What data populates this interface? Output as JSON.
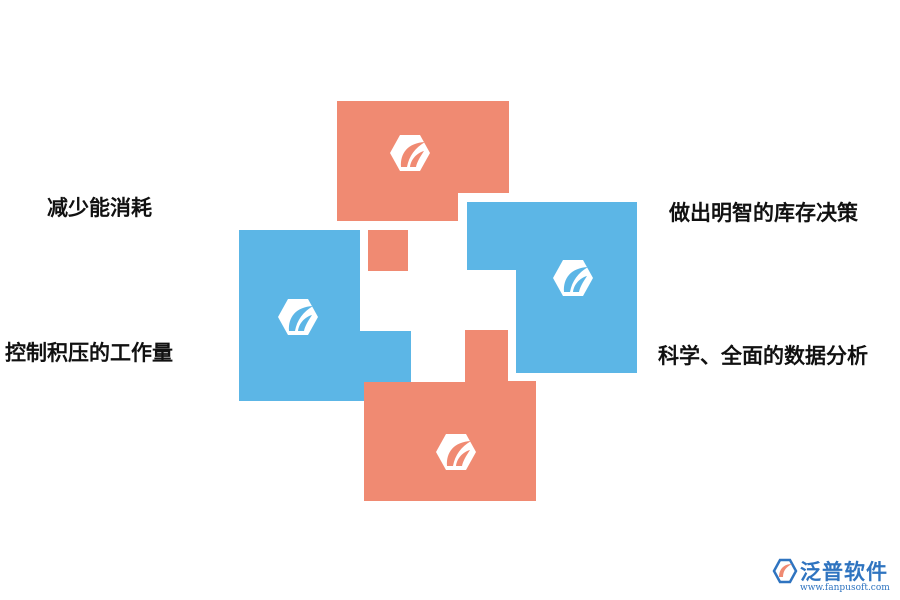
{
  "labels": {
    "top_left": "减少能消耗",
    "bottom_left": "控制积压的工作量",
    "top_right": "做出明智的库存决策",
    "bottom_right": "科学、全面的数据分析"
  },
  "colors": {
    "salmon": "#f08a72",
    "blue": "#5cb6e6",
    "icon": "#ffffff",
    "text": "#111111",
    "brand": "#2f74c0"
  },
  "icons": [
    "leaf-hexagon-icon",
    "leaf-hexagon-icon",
    "leaf-hexagon-icon",
    "leaf-hexagon-icon"
  ],
  "watermark": {
    "name": "泛普软件",
    "url": "www.fanpusoft.com"
  }
}
